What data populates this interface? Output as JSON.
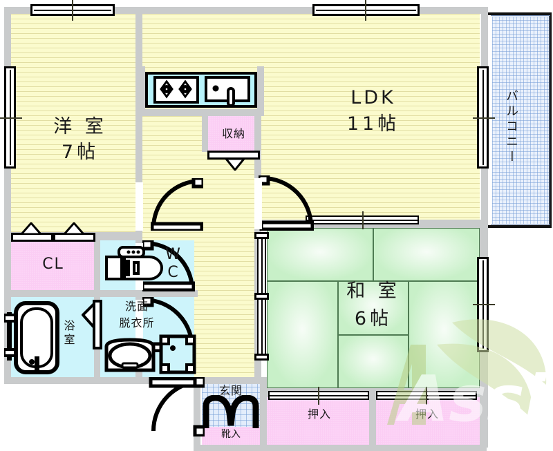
{
  "document": {
    "kind": "japanese-apartment-floor-plan",
    "layout_type": "2LDK"
  },
  "rooms": [
    {
      "id": "washitsu",
      "name_line1": "和 室",
      "name_line2": "6帖",
      "size": "6帖",
      "type": "tatami"
    },
    {
      "id": "yoshitsu",
      "name_line1": "洋 室",
      "name_line2": "7帖",
      "size": "7帖",
      "type": "western"
    },
    {
      "id": "ldk",
      "name_line1": "LDK",
      "name_line2": "11帖",
      "size": "11帖",
      "type": "living-dining-kitchen"
    },
    {
      "id": "balcony",
      "name_line1": "バルコニー",
      "name_line2": "",
      "size": "",
      "type": "balcony"
    }
  ],
  "labels": {
    "yoshitsu_name": "洋 室",
    "yoshitsu_size": "7帖",
    "ldk_name": "LDK",
    "ldk_size": "11帖",
    "washitsu_name": "和 室",
    "washitsu_size": "6帖",
    "balcony": "バルコニー",
    "closet_shuno": "収納",
    "closet_cl": "CL",
    "toilet_w": "W",
    "toilet_c": "C",
    "bath_line1": "浴",
    "bath_line2": "室",
    "washroom_line1": "洗面",
    "washroom_line2": "脱衣所",
    "genkan": "玄関",
    "shoebox": "靴入",
    "oshiire_left": "押入",
    "oshiire_right": "押入"
  },
  "fixtures": {
    "stove": "gas-stove-two-burner",
    "sink": "kitchen-sink-with-faucet",
    "toilet": "western-toilet",
    "bathtub": "bathtub",
    "washbasin": "washbasin",
    "washer_pan": "washing-machine-pan"
  },
  "colors": {
    "wood_floor": "#fbfbcd",
    "tatami": "#c8f0c8",
    "water_room": "#cdf4fb",
    "closet_pink": "#fbcdf4",
    "balcony_blue": "#eaf1fc",
    "wall_gray": "#c9cbcc",
    "ink": "#000000",
    "watermark_green": "#cfe0a6"
  },
  "watermark": {
    "text": "Assist"
  }
}
